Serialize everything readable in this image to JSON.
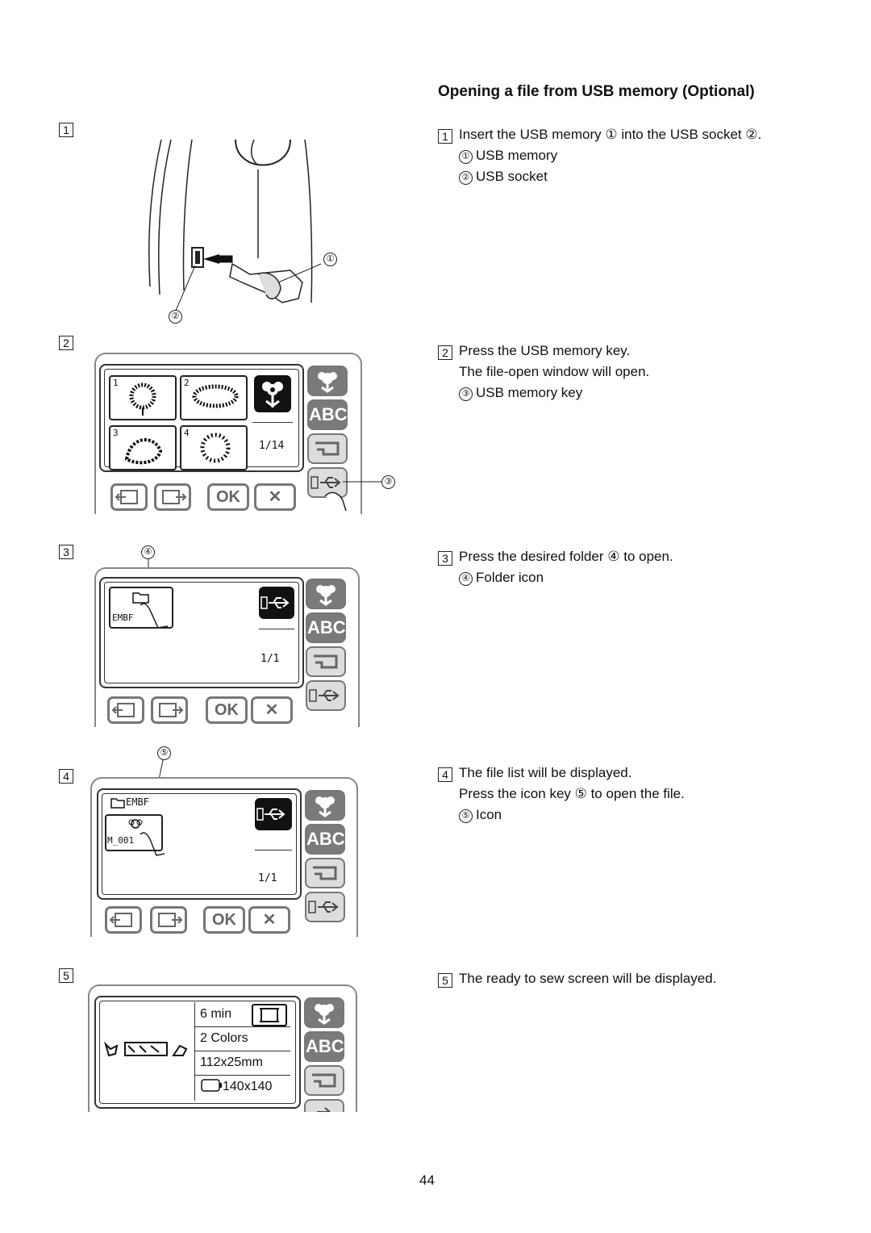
{
  "title": "Opening a file from USB memory (Optional)",
  "steps": [
    {
      "num": "1",
      "lines": [
        {
          "marker": "",
          "text": "Insert the USB memory ① into the USB socket ②."
        },
        {
          "marker": "①",
          "text": "USB memory"
        },
        {
          "marker": "②",
          "text": "USB socket"
        }
      ]
    },
    {
      "num": "2",
      "lines": [
        {
          "marker": "",
          "text": "Press the USB memory key."
        },
        {
          "marker": "",
          "text": "The file-open window will open."
        },
        {
          "marker": "③",
          "text": "USB memory key"
        }
      ]
    },
    {
      "num": "3",
      "lines": [
        {
          "marker": "",
          "text": "Press the desired folder ④ to open."
        },
        {
          "marker": "④",
          "text": "Folder icon"
        }
      ]
    },
    {
      "num": "4",
      "lines": [
        {
          "marker": "",
          "text": "The file list will be displayed."
        },
        {
          "marker": "",
          "text": "Press the icon key ⑤ to open the file."
        },
        {
          "marker": "⑤",
          "text": "Icon"
        }
      ]
    },
    {
      "num": "5",
      "lines": [
        {
          "marker": "",
          "text": "The ready to sew screen will be displayed."
        }
      ]
    }
  ],
  "callouts": {
    "c1": "①",
    "c2": "②",
    "c3": "③",
    "c4": "④",
    "c5": "⑤"
  },
  "screen2": {
    "thumbs": [
      "1",
      "2",
      "3",
      "4"
    ],
    "page": "1/14"
  },
  "screen3": {
    "folder_label": "EMBF",
    "page": "1/1"
  },
  "screen4": {
    "folder_header": "EMBF",
    "file_label": "M_001",
    "page": "1/1"
  },
  "screen5": {
    "time": "6 min",
    "colors": "2 Colors",
    "size": "112x25mm",
    "hoop": "140x140"
  },
  "keys": {
    "abc": "ABC",
    "ok": "OK",
    "cancel": "✕"
  },
  "page_number": "44"
}
